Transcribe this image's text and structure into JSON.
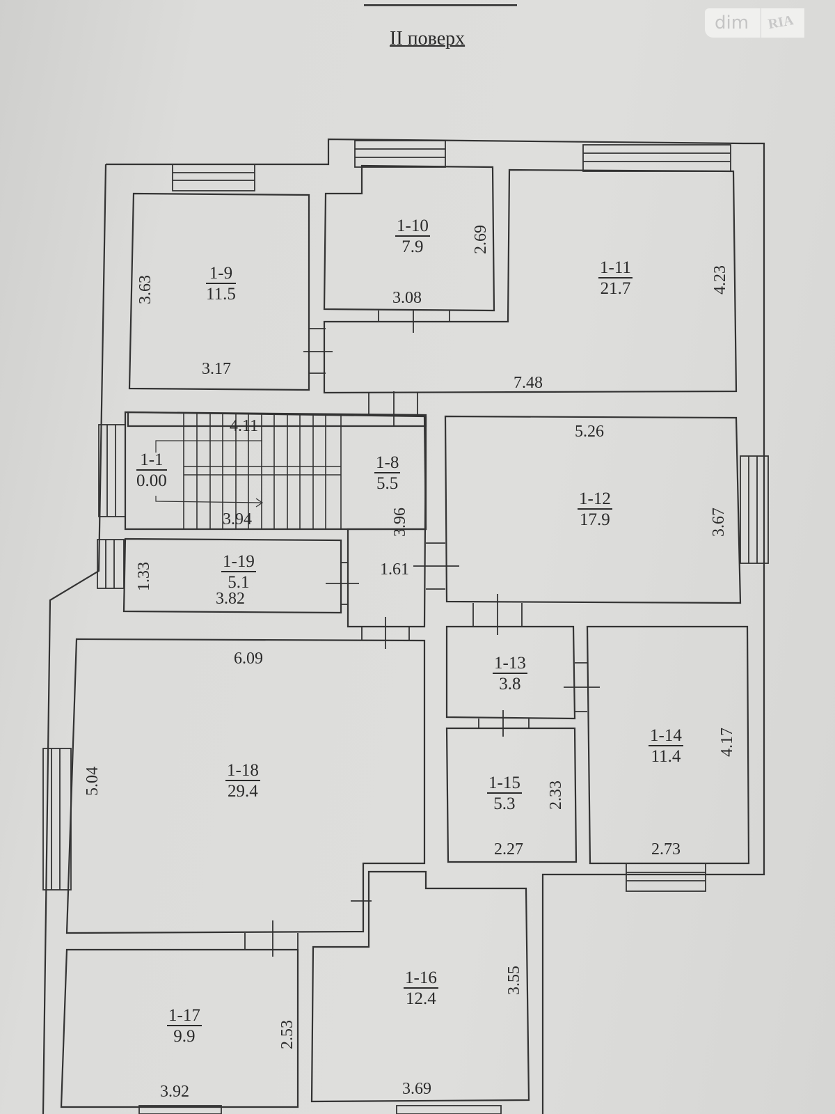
{
  "header": {
    "floor_title": "II поверх"
  },
  "watermark": {
    "text_left": "dim",
    "text_right": "RIA"
  },
  "rooms": [
    {
      "id": "1-9",
      "area": "11.5",
      "dims": [
        "3.63",
        "3.17"
      ]
    },
    {
      "id": "1-10",
      "area": "7.9",
      "dims": [
        "2.69",
        "3.08"
      ]
    },
    {
      "id": "1-11",
      "area": "21.7",
      "dims": [
        "4.23",
        "7.48"
      ]
    },
    {
      "id": "1-1",
      "area": "0.00",
      "dims": [
        "4.11",
        "3.94"
      ]
    },
    {
      "id": "1-8",
      "area": "5.5",
      "dims": [
        "3.96",
        "1.61"
      ]
    },
    {
      "id": "1-12",
      "area": "17.9",
      "dims": [
        "5.26",
        "3.67"
      ]
    },
    {
      "id": "1-19",
      "area": "5.1",
      "dims": [
        "1.33",
        "3.82"
      ]
    },
    {
      "id": "1-13",
      "area": "3.8",
      "dims": []
    },
    {
      "id": "1-14",
      "area": "11.4",
      "dims": [
        "4.17",
        "2.73"
      ]
    },
    {
      "id": "1-15",
      "area": "5.3",
      "dims": [
        "2.33",
        "2.27"
      ]
    },
    {
      "id": "1-18",
      "area": "29.4",
      "dims": [
        "6.09",
        "5.04"
      ]
    },
    {
      "id": "1-17",
      "area": "9.9",
      "dims": [
        "2.53",
        "3.92"
      ]
    },
    {
      "id": "1-16",
      "area": "12.4",
      "dims": [
        "3.55",
        "3.69"
      ]
    }
  ],
  "colors": {
    "paper": "#d9d9d7",
    "line": "#333333",
    "text": "#2a2a2a"
  }
}
